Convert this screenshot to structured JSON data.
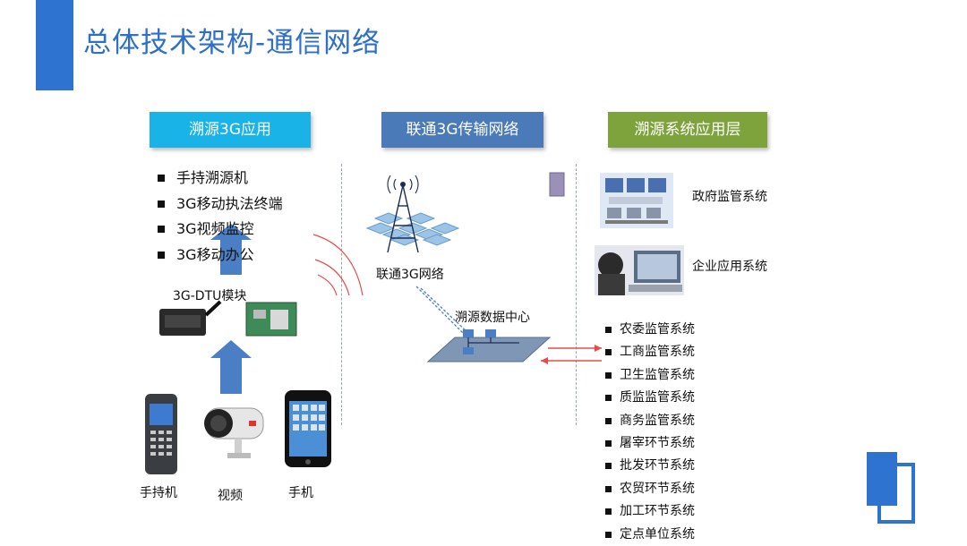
{
  "page": {
    "title": "总体技术架构-通信网络"
  },
  "columns": {
    "left_header": "溯源3G应用",
    "middle_header": "联通3G传输网络",
    "right_header": "溯源系统应用层"
  },
  "colors": {
    "title_bar": "#2f73d0",
    "left_header": "#1ab3e8",
    "middle_header": "#4a7ab8",
    "right_header": "#7ea33c",
    "arrow": "#4a7fc6",
    "signal": "#e84a4a"
  },
  "left": {
    "apps": [
      "手持溯源机",
      "3G移动执法终端",
      "3G视频监控",
      "3G移动办公"
    ],
    "module_label": "3G-DTU模块",
    "devices": [
      {
        "label": "手持机",
        "icon": "handheld-terminal-icon"
      },
      {
        "label": "视频",
        "icon": "surveillance-camera-icon"
      },
      {
        "label": "手机",
        "icon": "smartphone-icon"
      }
    ]
  },
  "middle": {
    "network_label": "联通3G网络",
    "datacenter_label": "溯源数据中心",
    "tower_icon": "cell-tower-icon",
    "server_icon": "server-icon"
  },
  "right": {
    "gov_label": "政府监管系统",
    "ent_label": "企业应用系统",
    "systems": [
      "农委监管系统",
      "工商监管系统",
      "卫生监管系统",
      "质监监管系统",
      "商务监管系统",
      "屠宰环节系统",
      "批发环节系统",
      "农贸环节系统",
      "加工环节系统",
      "定点单位系统"
    ]
  }
}
